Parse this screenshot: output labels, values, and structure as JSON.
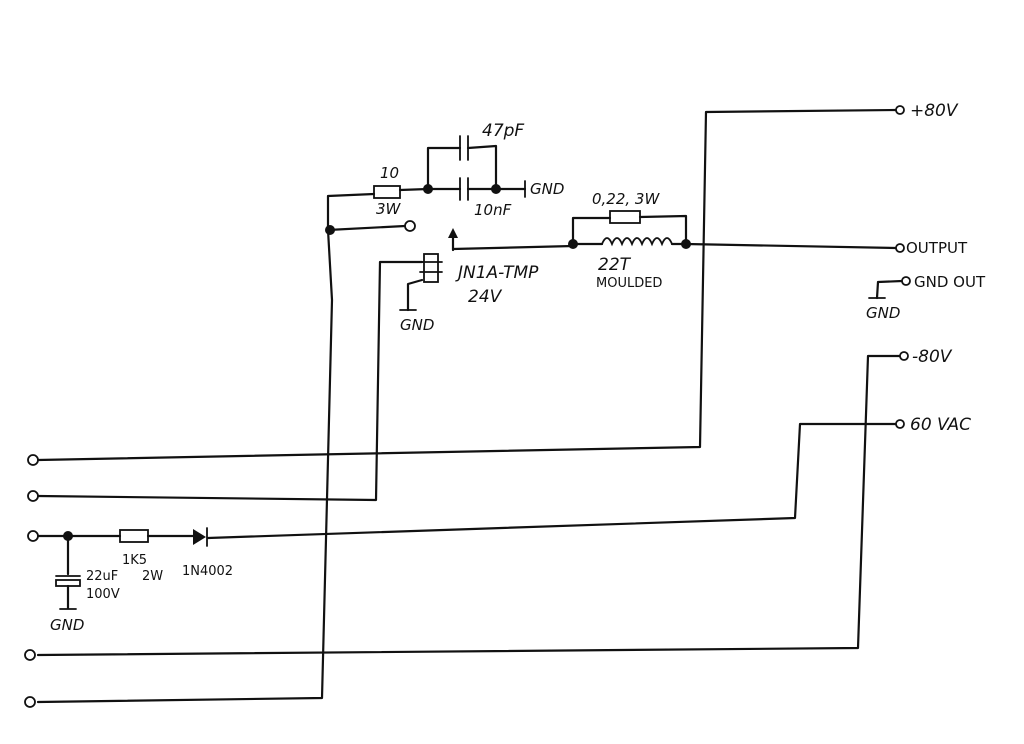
{
  "terminals": {
    "plus80v": "+80V",
    "output": "OUTPUT",
    "gnd_out": "GND OUT",
    "minus80v": "-80V",
    "vac60": "60 VAC"
  },
  "components": {
    "r_snubber_value": "10",
    "r_snubber_power": "3W",
    "c_small": "47pF",
    "c_large": "10nF",
    "r_inductor": "0,22, 3W",
    "inductor_turns": "22T",
    "inductor_type": "MOULDED",
    "relay_part": "JN1A-TMP",
    "relay_voltage": "24V",
    "r_series_value": "1K5",
    "r_series_power": "2W",
    "diode": "1N4002",
    "c_elec_value": "22uF",
    "c_elec_voltage": "100V"
  },
  "gnd_labels": {
    "cap_gnd": "GND",
    "relay_gnd": "GND",
    "out_gnd": "GND",
    "elec_gnd": "GND"
  }
}
